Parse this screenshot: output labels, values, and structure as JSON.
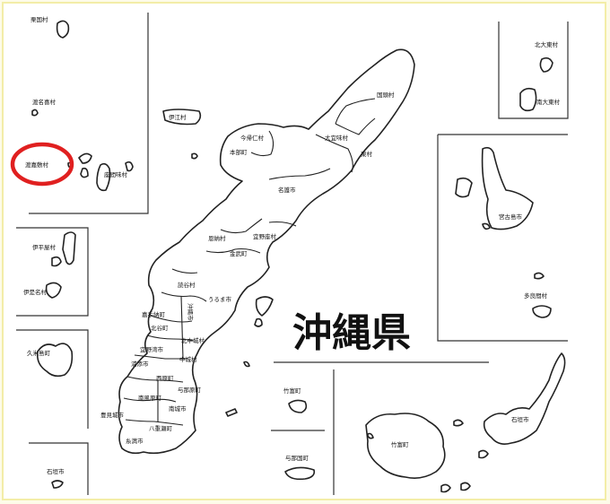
{
  "map": {
    "title": "沖縄県",
    "highlight_color": "#e02020",
    "highlighted_label": "渡嘉敷村",
    "labels": {
      "aguni": "栗国村",
      "tonaki": "渡名喜村",
      "tokashiki": "渡嘉敷村",
      "zamami": "座間味村",
      "ie": "伊江村",
      "iheya": "伊平屋村",
      "izena": "伊是名村",
      "kumejima": "久米島町",
      "ishigaki_sw": "石垣市",
      "nakijin": "今帰仁村",
      "motobu": "本部町",
      "ogimi": "大宜味村",
      "kunigami": "国頭村",
      "higashi": "東村",
      "nago": "名護市",
      "ginoza": "宜野座村",
      "onna": "恩納村",
      "kin": "金武町",
      "yomitan": "読谷村",
      "uruma": "うるま市",
      "kadena": "嘉手納町",
      "chatan": "北谷町",
      "okinawa": "沖縄市",
      "kitanakagusuku": "北中城村",
      "ginowan": "宜野湾市",
      "nakagusuku": "中城村",
      "urasoe": "浦添市",
      "nishihara": "西原町",
      "haebaru": "南風原町",
      "yonabaru": "与那原町",
      "tomigusuku": "豊見城市",
      "nanjo": "南城市",
      "yaese": "八重瀬町",
      "itoman": "糸満市",
      "kitadaito": "北大東村",
      "minamidaito": "南大東村",
      "miyakojima": "宮古島市",
      "tarama": "多良間村",
      "taketomi_small": "竹富町",
      "yonaguni": "与那国町",
      "taketomi_main": "竹富町",
      "ishigaki_main": "石垣市"
    }
  }
}
